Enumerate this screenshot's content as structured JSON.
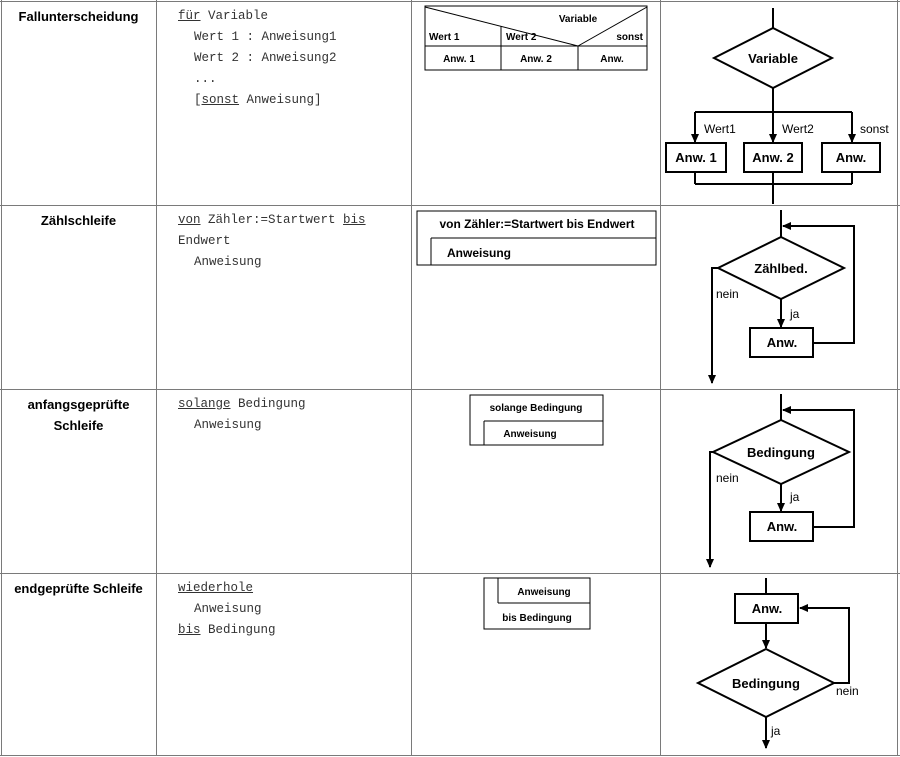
{
  "rows": [
    {
      "title_lines": [
        "Fallunterscheidung"
      ],
      "code": {
        "l1_kw": "für",
        "l1_rest": " Variable",
        "l2": "Wert 1 : Anweisung1",
        "l3": "Wert 2 : Anweisung2",
        "l4": "...",
        "l5_open": "[",
        "l5_kw": "sonst",
        "l5_rest": " Anweisung]"
      },
      "struct": {
        "variable": "Variable",
        "wert1": "Wert 1",
        "wert2": "Wert 2",
        "sonst": "sonst",
        "anw1": "Anw. 1",
        "anw2": "Anw. 2",
        "anw": "Anw."
      },
      "flow": {
        "variable": "Variable",
        "wert1": "Wert1",
        "wert2": "Wert2",
        "sonst": "sonst",
        "anw1": "Anw. 1",
        "anw2": "Anw. 2",
        "anw": "Anw."
      }
    },
    {
      "title_lines": [
        "Zählschleife"
      ],
      "code": {
        "l1_kw": "von",
        "l1_mid": " Zähler:=Startwert ",
        "l1_kw2": "bis",
        "l2": "Endwert",
        "l3": "Anweisung"
      },
      "struct": {
        "header": "von Zähler:=Startwert bis Endwert",
        "body": "Anweisung"
      },
      "flow": {
        "cond": "Zählbed.",
        "nein": "nein",
        "ja": "ja",
        "anw": "Anw."
      }
    },
    {
      "title_lines": [
        "anfangsgeprüfte",
        "Schleife"
      ],
      "code": {
        "l1_kw": "solange",
        "l1_rest": " Bedingung",
        "l2": "Anweisung"
      },
      "struct": {
        "header": "solange Bedingung",
        "body": "Anweisung"
      },
      "flow": {
        "cond": "Bedingung",
        "nein": "nein",
        "ja": "ja",
        "anw": "Anw."
      }
    },
    {
      "title_lines": [
        "endgeprüfte Schleife"
      ],
      "code": {
        "l1_kw": "wiederhole",
        "l2": "Anweisung",
        "l3_kw": "bis",
        "l3_rest": " Bedingung"
      },
      "struct": {
        "body": "Anweisung",
        "footer": "bis Bedingung"
      },
      "flow": {
        "anw": "Anw.",
        "cond": "Bedingung",
        "nein": "nein",
        "ja": "ja"
      }
    }
  ]
}
